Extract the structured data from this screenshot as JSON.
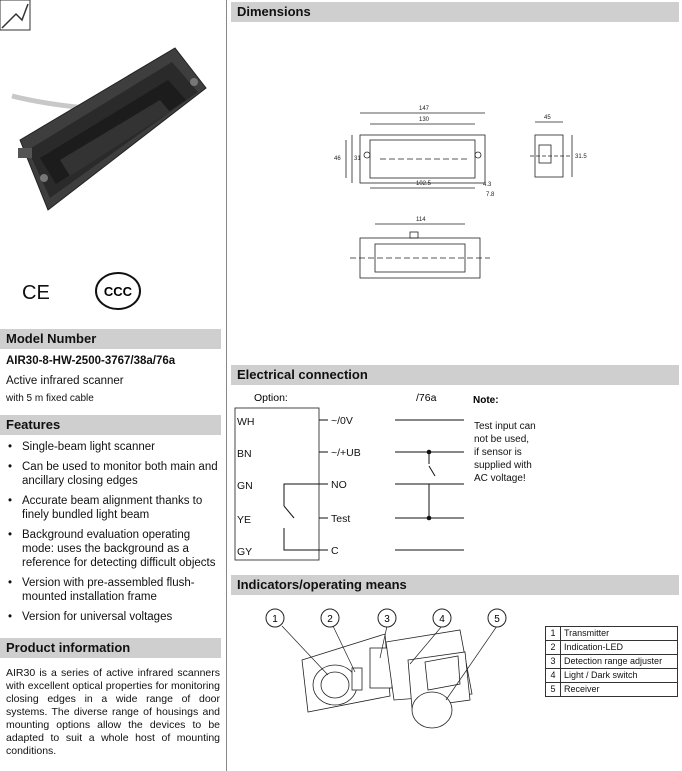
{
  "left": {
    "marks": {
      "ce": "CE",
      "ccc": "CCC"
    },
    "model_heading": "Model Number",
    "model_number": "AIR30-8-HW-2500-3767/38a/76a",
    "subtitle": "Active infrared scanner",
    "cable": "with 5 m fixed cable",
    "features_heading": "Features",
    "features": [
      "Single-beam light scanner",
      "Can be used to monitor both main and ancillary closing edges",
      "Accurate beam alignment thanks to finely bundled light beam",
      "Background evaluation operating mode: uses the background as a reference for detecting difficult objects",
      "Version with pre-assembled flush-mounted installation frame",
      "Version for universal voltages"
    ],
    "product_heading": "Product information",
    "product_text": "AIR30 is a series of active infrared scanners with excellent optical properties for monitoring closing edges in a wide range of door systems. The diverse range of housings and mounting options allow the devices to be adapted to suit a whole host of mounting conditions."
  },
  "dimensions": {
    "heading": "Dimensions",
    "labels": {
      "d147": "147",
      "d130": "130",
      "d46": "46",
      "d31": "31",
      "d102_5": "102.5",
      "d4_3": "4.3",
      "d7_8": "7.8",
      "d45": "45",
      "d31_5": "31.5",
      "d114": "114"
    }
  },
  "electrical": {
    "heading": "Electrical connection",
    "option_label": "Option:",
    "variant_label": "/76a",
    "wires": [
      "WH",
      "BN",
      "GN",
      "YE",
      "GY"
    ],
    "terminals": [
      "~/0V",
      "~/+UB",
      "NO",
      "Test",
      "C"
    ],
    "note_heading": "Note:",
    "note_text": [
      "Test input can",
      "not be used,",
      "if sensor is",
      "supplied with",
      "AC voltage!"
    ]
  },
  "indicators": {
    "heading": "Indicators/operating means",
    "callouts": [
      "1",
      "2",
      "3",
      "4",
      "5"
    ],
    "legend": [
      {
        "num": "1",
        "label": "Transmitter"
      },
      {
        "num": "2",
        "label": "Indication-LED"
      },
      {
        "num": "3",
        "label": "Detection range adjuster"
      },
      {
        "num": "4",
        "label": "Light / Dark switch"
      },
      {
        "num": "5",
        "label": "Receiver"
      }
    ]
  }
}
